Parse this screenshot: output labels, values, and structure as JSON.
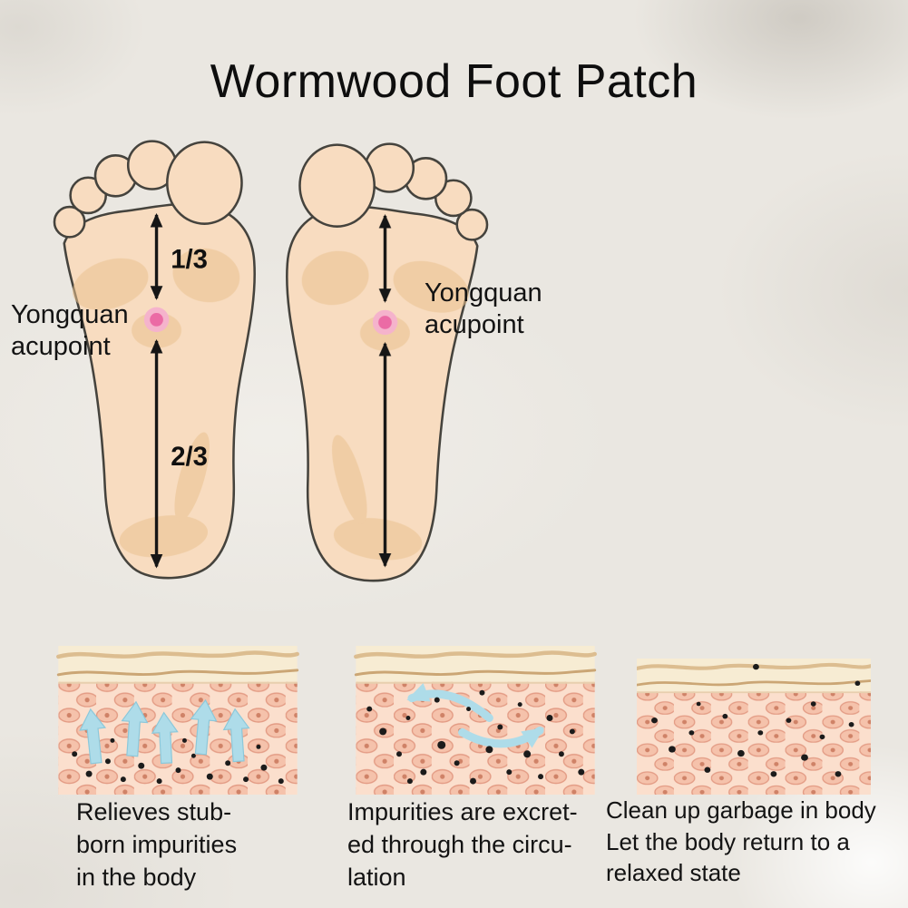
{
  "title": "Wormwood Foot Patch",
  "acupoint": {
    "left_label": "Yongquan\nacupoint",
    "right_label": "Yongquan\nacupoint"
  },
  "foot_measurements": {
    "upper_fraction": "1/3",
    "lower_fraction": "2/3"
  },
  "panels": [
    {
      "caption": "Relieves stub-\nborn impurities\nin the body"
    },
    {
      "caption": "Impurities are excret-\ned through the circu-\nlation"
    },
    {
      "caption": "Clean up garbage in body\nLet the body return to a\nrelaxed state"
    }
  ],
  "colors": {
    "background": "#eae7e1",
    "skin": "#f8dcc0",
    "outline": "#45433d",
    "shading": "#e9c18e",
    "acupoint_outer": "#f5b3cc",
    "acupoint_inner": "#eb6ba5",
    "arrow_black": "#161616",
    "arrow_cyan": "#aedce9",
    "epidermis": "#f7ecd3",
    "dermis_cell": "#f5c2ab",
    "impurity_dot": "#1b1b1b"
  }
}
